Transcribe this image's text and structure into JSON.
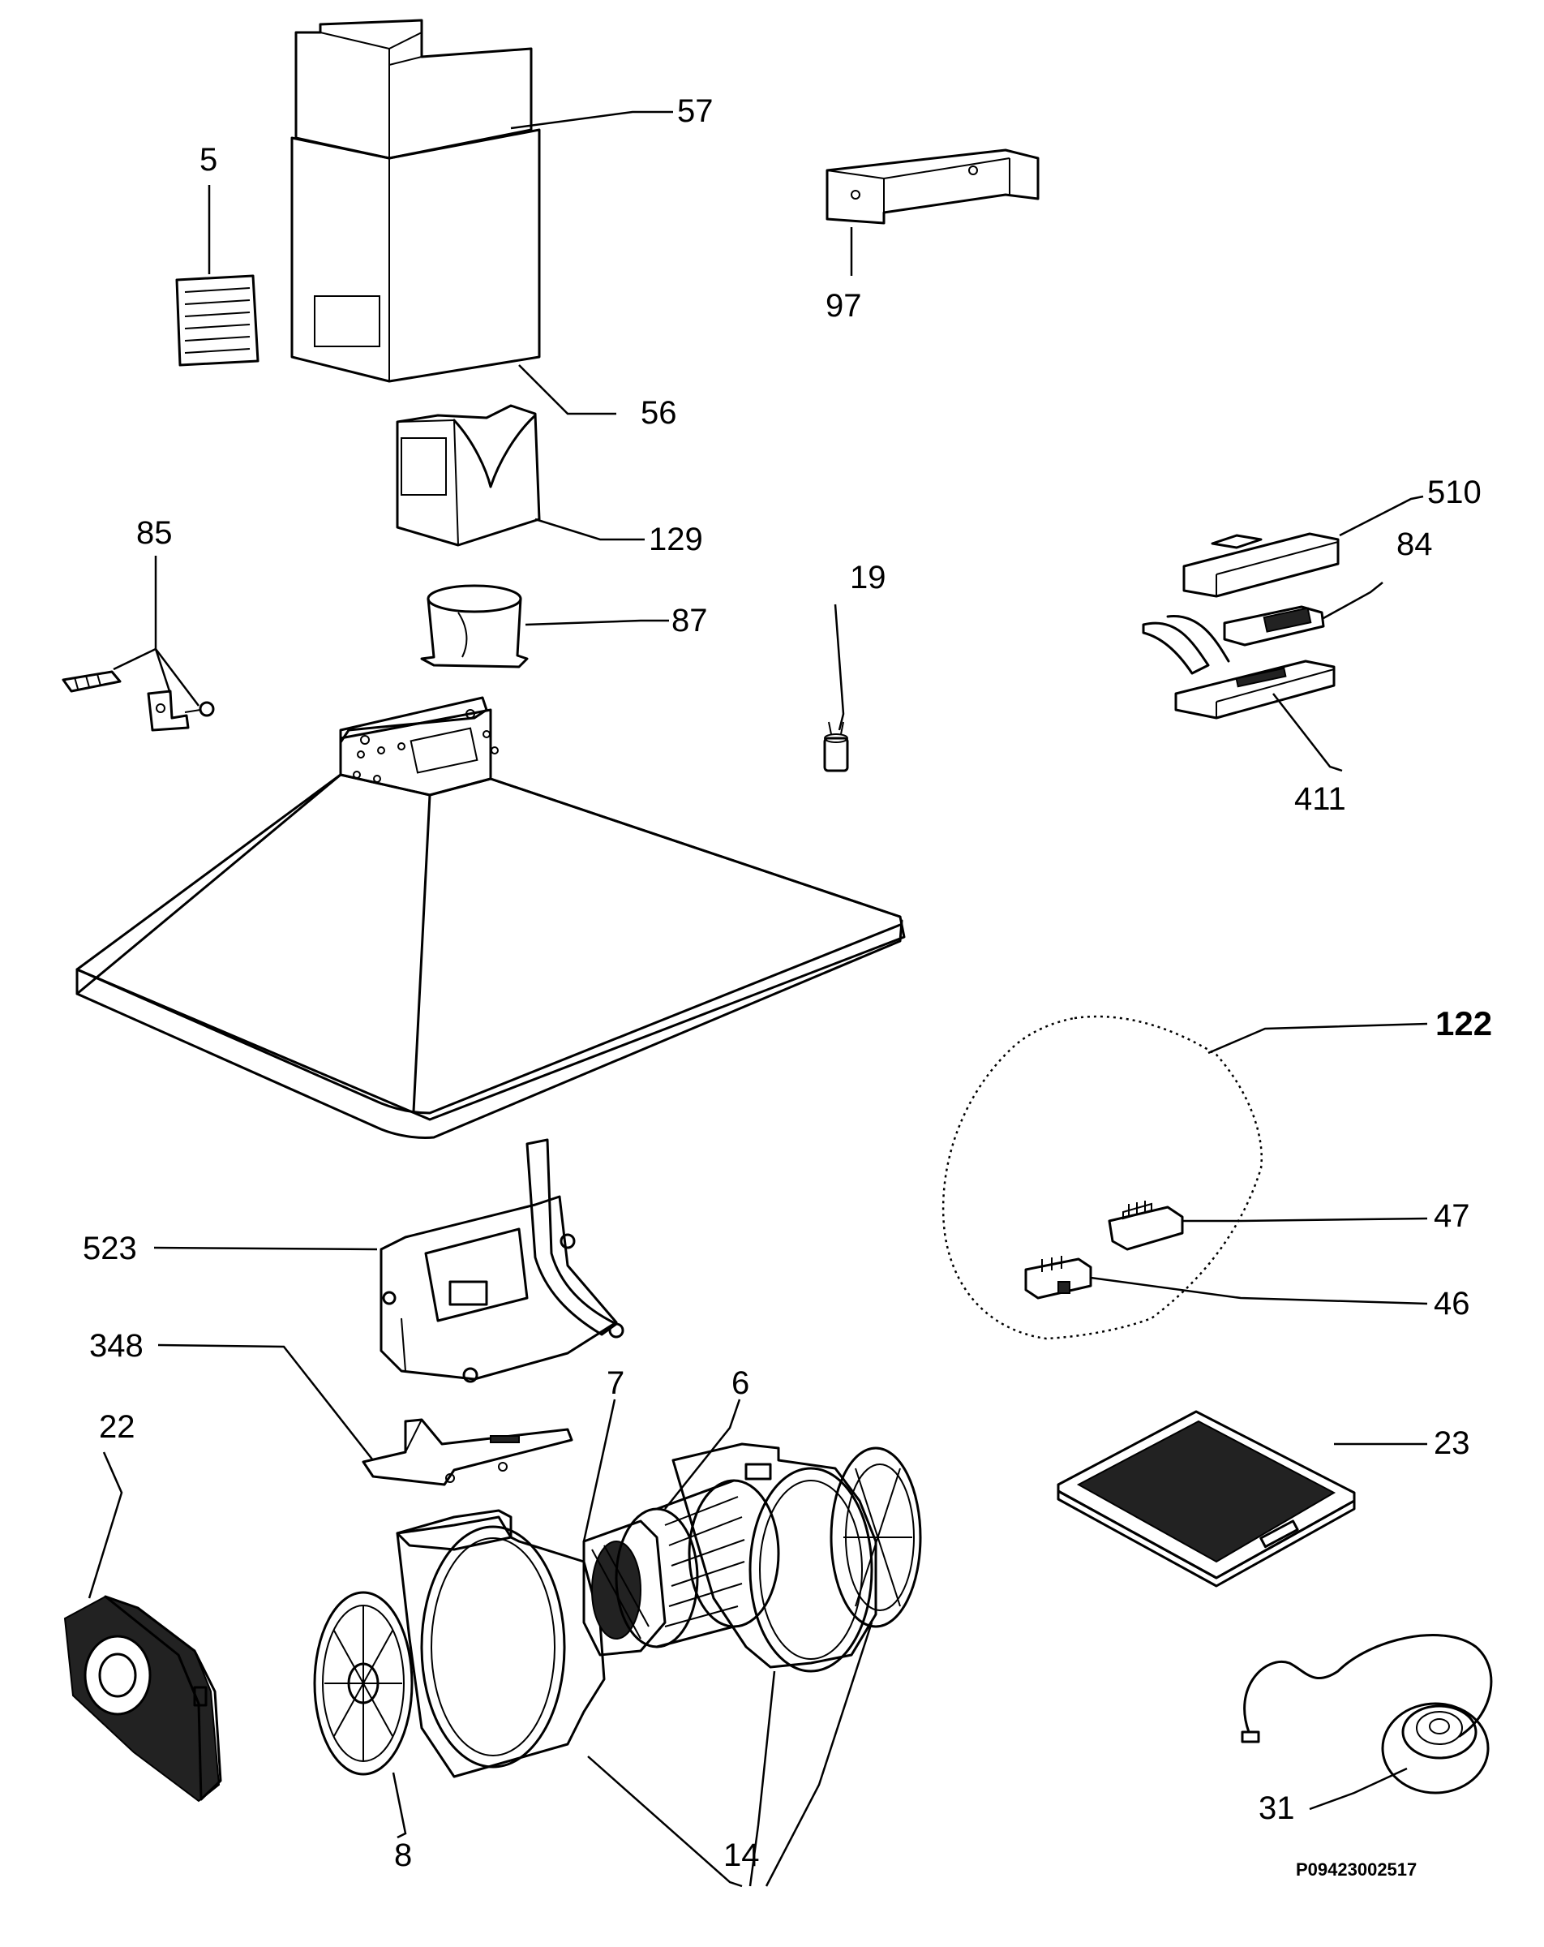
{
  "labels": {
    "p57": "57",
    "p5": "5",
    "p97": "97",
    "p56": "56",
    "p129": "129",
    "p85": "85",
    "p87": "87",
    "p19": "19",
    "p510": "510",
    "p84": "84",
    "p411": "411",
    "p122": "122",
    "p47": "47",
    "p46": "46",
    "p523": "523",
    "p348": "348",
    "p22": "22",
    "p7": "7",
    "p6": "6",
    "p23": "23",
    "p8": "8",
    "p14": "14",
    "p31": "31"
  },
  "drawing_code": "P09423002517"
}
